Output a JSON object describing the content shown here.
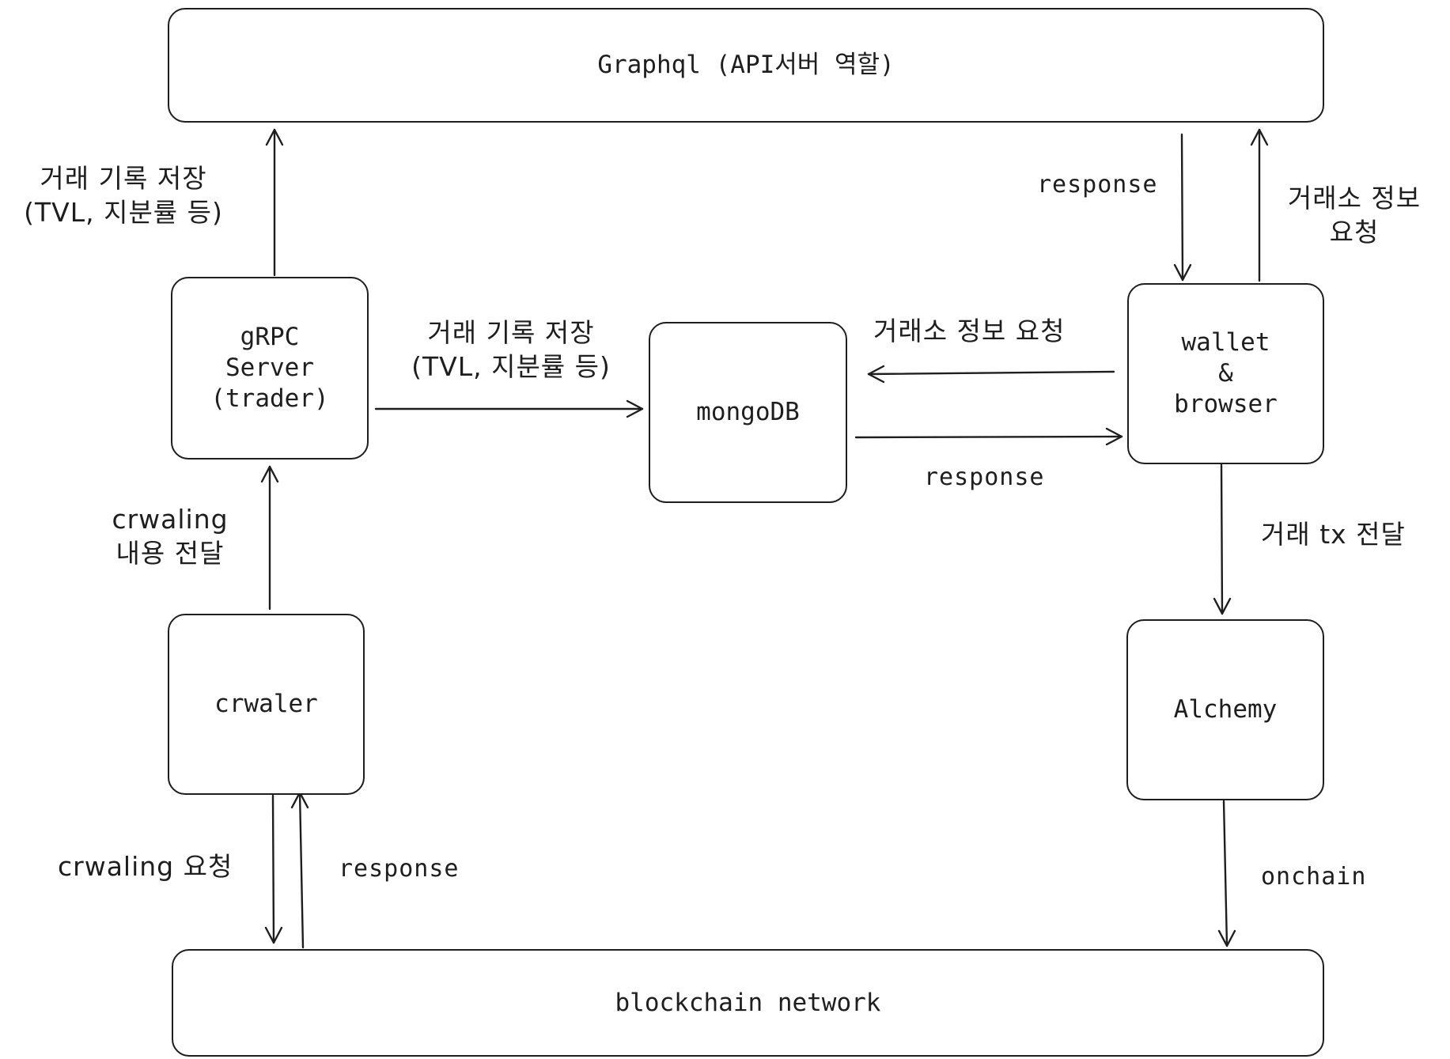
{
  "nodes": {
    "graphql": "Graphql (API서버 역할)",
    "grpc": "gRPC\nServer\n(trader)",
    "mongodb": "mongoDB",
    "wallet": "wallet\n&\nbrowser",
    "crawler": "crwaler",
    "alchemy": "Alchemy",
    "blockchain": "blockchain network"
  },
  "edge_labels": {
    "grpc_to_graphql": "거래 기록 저장\n(TVL, 지분률 등)",
    "grpc_to_mongodb": "거래 기록 저장\n(TVL, 지분률 등)",
    "wallet_to_mongodb": "거래소 정보 요청",
    "mongodb_to_wallet": "response",
    "graphql_to_wallet": "response",
    "wallet_to_graphql": "거래소 정보\n요청",
    "crawler_to_grpc": "crwaling\n내용 전달",
    "wallet_to_alchemy": "거래 tx 전달",
    "crawler_to_blockchain": "crwaling 요청",
    "blockchain_to_crawler": "response",
    "alchemy_to_blockchain": "onchain"
  }
}
